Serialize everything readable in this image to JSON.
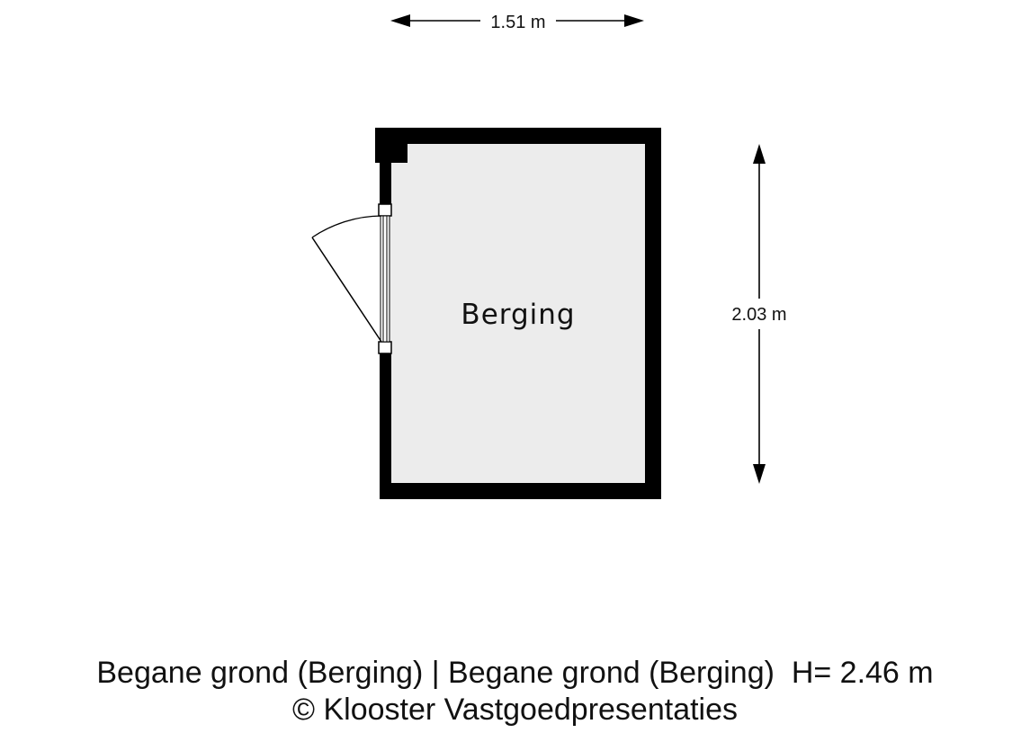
{
  "floorplan": {
    "room_label": "Berging",
    "width_label": "1.51 m",
    "height_label": "2.03 m",
    "caption_line1": "Begane grond (Berging) | Begane grond (Berging)  H= 2.46 m",
    "caption_line2": "© Klooster Vastgoedpresentaties"
  },
  "colors": {
    "wall": "#000000",
    "floor": "#ececec",
    "background": "#ffffff",
    "text": "#111111"
  }
}
